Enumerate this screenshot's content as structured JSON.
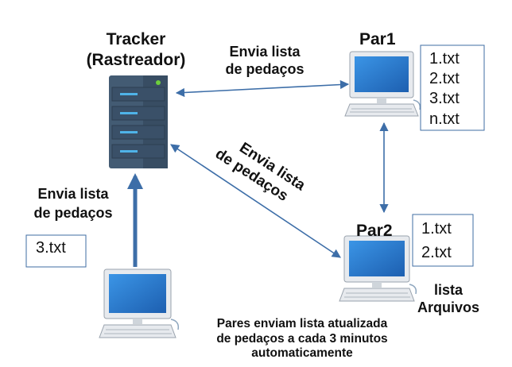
{
  "tracker": {
    "title_line1": "Tracker",
    "title_line2": "(Rastreador)",
    "led_color": "#6dcf3c",
    "bar_color": "#4fb3e8",
    "body_color": "#435b73"
  },
  "peers": {
    "par1": {
      "label": "Par1",
      "files": [
        "1.txt",
        "2.txt",
        "3.txt",
        "n.txt"
      ]
    },
    "par2": {
      "label": "Par2",
      "files": [
        "1.txt",
        "2.txt"
      ],
      "caption_line1": "lista",
      "caption_line2": "Arquivos"
    },
    "left_peer": {
      "files": [
        "3.txt"
      ]
    }
  },
  "edges": {
    "tracker_par1": {
      "line1": "Envia lista",
      "line2": "de pedaços"
    },
    "tracker_par2": {
      "line1": "Envia lista",
      "line2": "de pedaços"
    },
    "tracker_left": {
      "line1": "Envia lista",
      "line2": "de pedaços"
    }
  },
  "note": {
    "line1": "Pares enviam lista atualizada",
    "line2": "de pedaços a cada 3 minutos",
    "line3": "automaticamente"
  },
  "colors": {
    "arrow": "#3d6ea8",
    "screen": "#2f7fd0",
    "monitor": "#e7eaee",
    "box_border": "#3f6da3"
  }
}
